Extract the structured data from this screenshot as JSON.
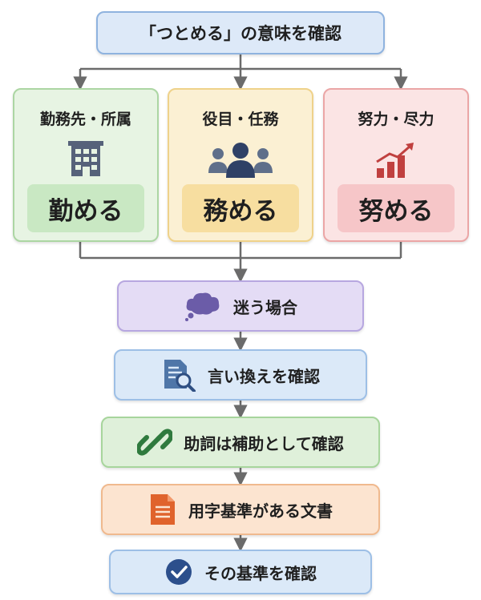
{
  "title": "「つとめる」の意味を確認",
  "categories": [
    {
      "label": "勤務先・所属",
      "verb": "勤める",
      "icon": "building-icon"
    },
    {
      "label": "役目・任務",
      "verb": "務める",
      "icon": "people-icon"
    },
    {
      "label": "努力・尽力",
      "verb": "努める",
      "icon": "growth-chart-icon"
    }
  ],
  "steps": [
    {
      "label": "迷う場合",
      "icon": "thought-bubble-icon"
    },
    {
      "label": "言い換えを確認",
      "icon": "document-search-icon"
    },
    {
      "label": "助詞は補助として確認",
      "icon": "link-icon"
    },
    {
      "label": "用字基準がある文書",
      "icon": "document-icon"
    },
    {
      "label": "その基準を確認",
      "icon": "check-circle-icon"
    }
  ],
  "colors": {
    "connector": "#6b6b6b",
    "green": "#e7f4e3",
    "yellow": "#fbf0d3",
    "red": "#fbe4e4",
    "purple": "#e4dcf5",
    "blue": "#dbe9f8",
    "orange": "#fce4d0"
  }
}
